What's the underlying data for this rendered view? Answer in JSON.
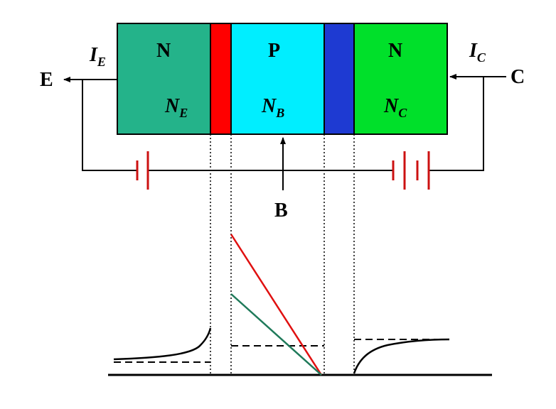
{
  "regions": {
    "emitter": {
      "type": "N",
      "doping": "N",
      "doping_sub": "E"
    },
    "base": {
      "type": "P",
      "doping": "N",
      "doping_sub": "B"
    },
    "collector": {
      "type": "N",
      "doping": "N",
      "doping_sub": "C"
    }
  },
  "terminals": {
    "emitter": "E",
    "base": "B",
    "collector": "C"
  },
  "currents": {
    "emitter": {
      "main": "I",
      "sub": "E"
    },
    "collector": {
      "main": "I",
      "sub": "C"
    }
  },
  "colors": {
    "emitter": "#24b38a",
    "base": "#00eeff",
    "collector": "#00e02a",
    "emitter_depletion": "#ff0000",
    "collector_depletion": "#1e3ad2",
    "battery": "#cc1111",
    "red_profile": "#e01010",
    "green_profile": "#1f7a5a"
  }
}
